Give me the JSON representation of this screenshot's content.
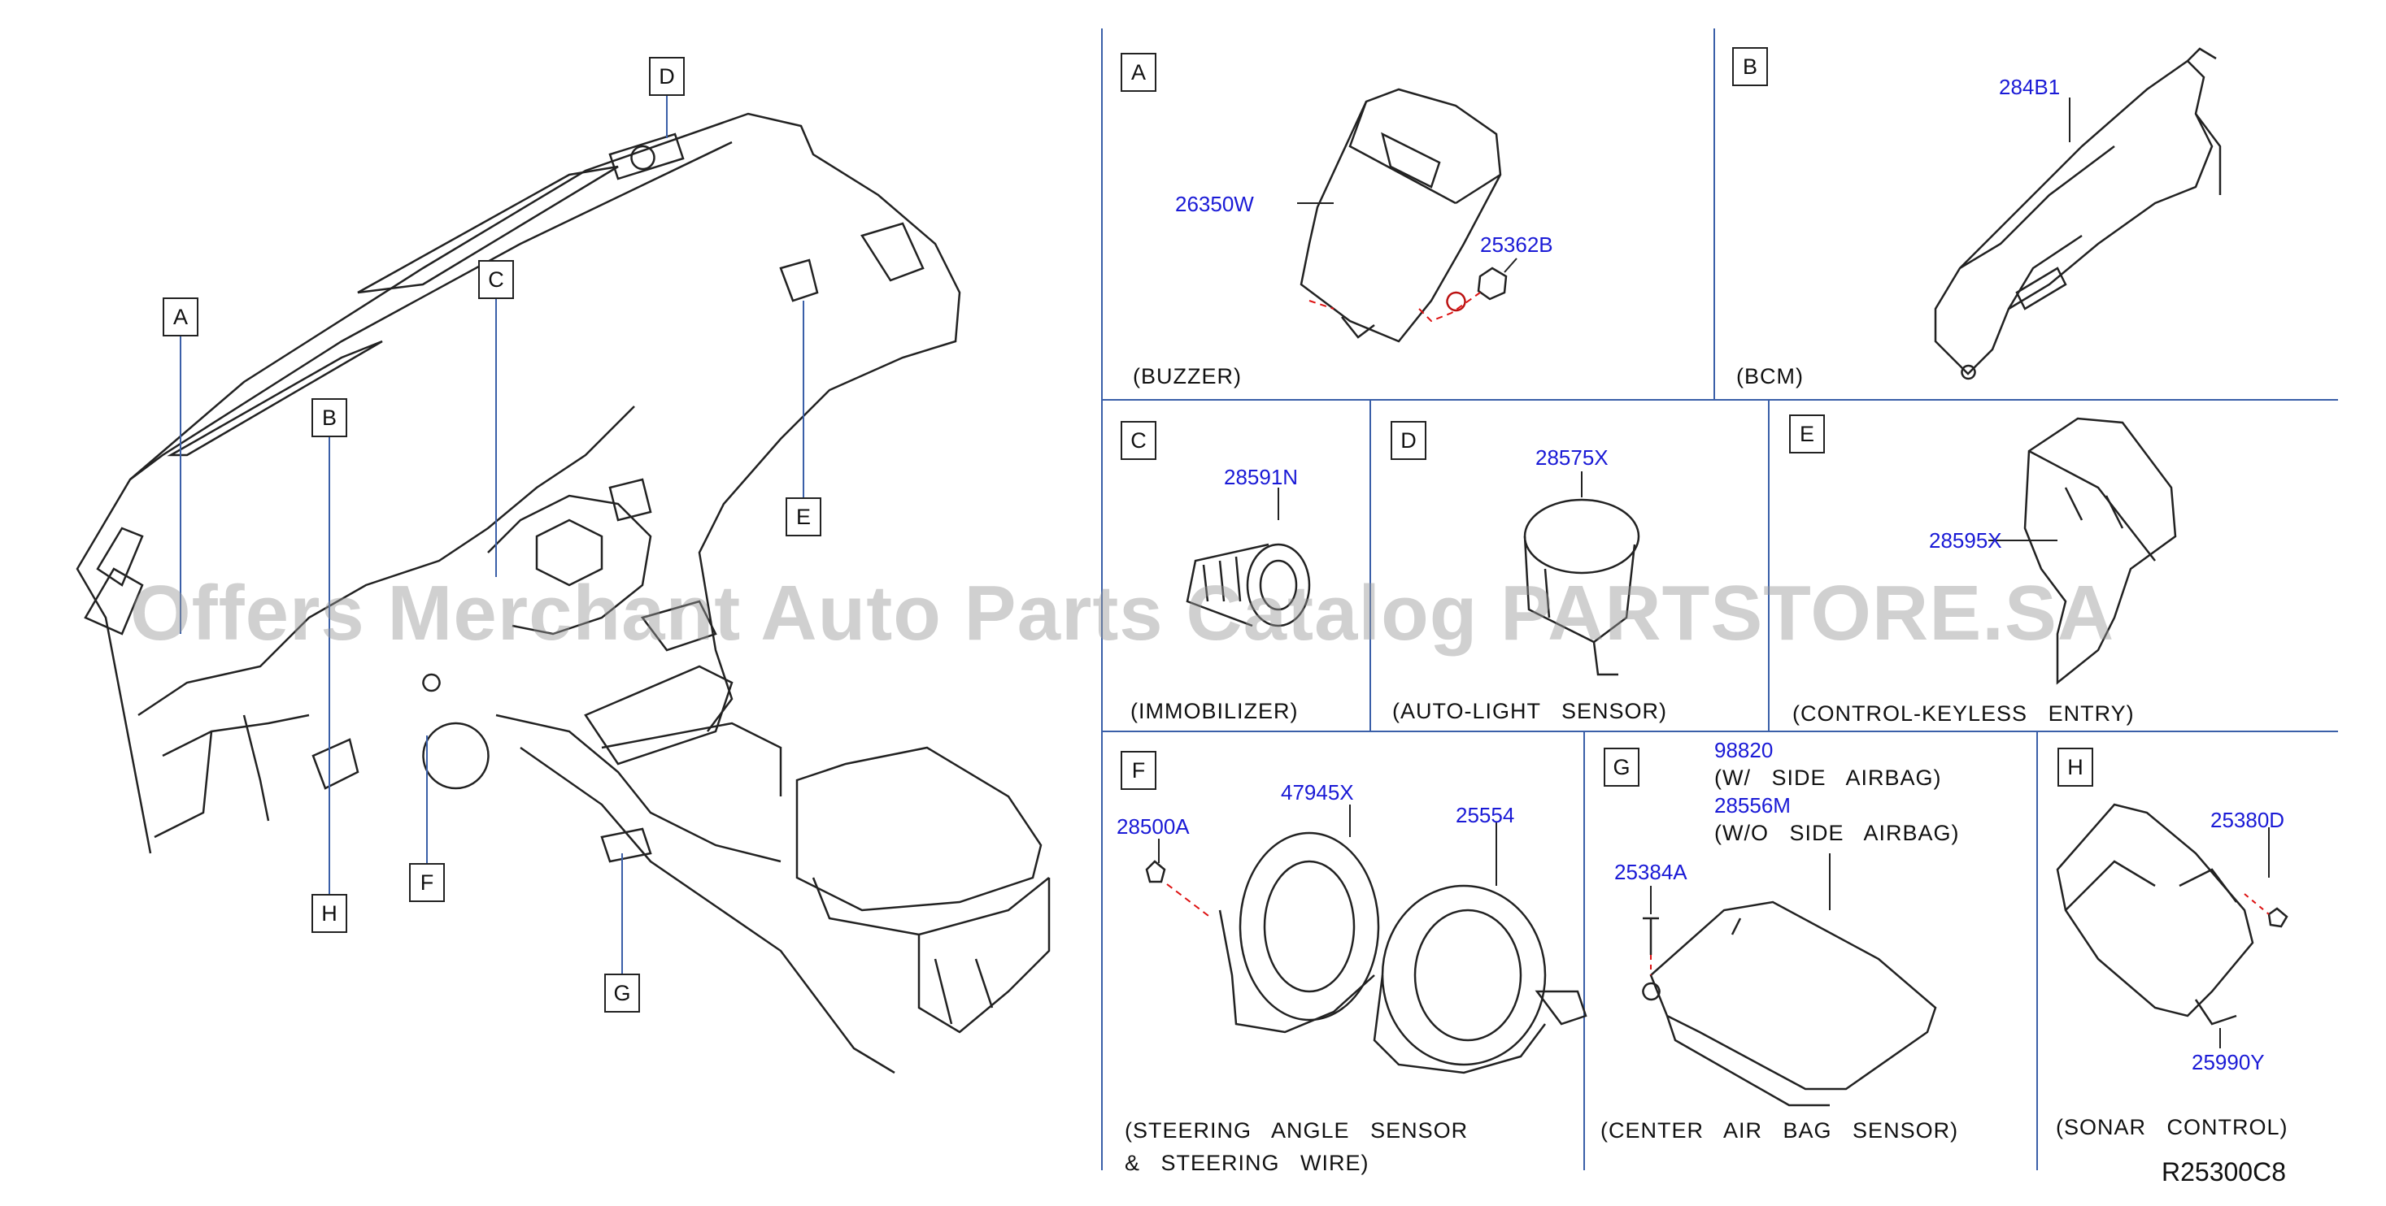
{
  "overview": {
    "callouts": [
      "A",
      "B",
      "C",
      "D",
      "E",
      "F",
      "G",
      "H"
    ]
  },
  "panels": {
    "A": {
      "letter": "A",
      "caption": "(BUZZER)",
      "parts": [
        "26350W",
        "25362B"
      ]
    },
    "B": {
      "letter": "B",
      "caption": "(BCM)",
      "parts": [
        "284B1"
      ]
    },
    "C": {
      "letter": "C",
      "caption": "(IMMOBILIZER)",
      "parts": [
        "28591N"
      ]
    },
    "D": {
      "letter": "D",
      "caption": "(AUTO-LIGHT   SENSOR)",
      "parts": [
        "28575X"
      ]
    },
    "E": {
      "letter": "E",
      "caption": "(CONTROL-KEYLESS   ENTRY)",
      "parts": [
        "28595X"
      ]
    },
    "F": {
      "letter": "F",
      "caption_line1": "(STEERING   ANGLE   SENSOR",
      "caption_line2": "&   STEERING   WIRE)",
      "parts": [
        "28500A",
        "47945X",
        "25554"
      ]
    },
    "G": {
      "letter": "G",
      "caption": "(CENTER   AIR   BAG   SENSOR)",
      "parts": [
        "98820",
        "(W/   SIDE   AIRBAG)",
        "28556M",
        "(W/O   SIDE   AIRBAG)",
        "25384A"
      ]
    },
    "H": {
      "letter": "H",
      "caption": "(SONAR   CONTROL)",
      "parts": [
        "25380D",
        "25990Y"
      ]
    }
  },
  "reference_code": "R25300C8",
  "watermark": "Offers Merchant Auto Parts Catalog PARTSTORE.SA",
  "colors": {
    "part_number": "#1a1ad6",
    "line": "#222222",
    "frame": "#3a5fa8",
    "leader_dashed": "#d11111"
  }
}
